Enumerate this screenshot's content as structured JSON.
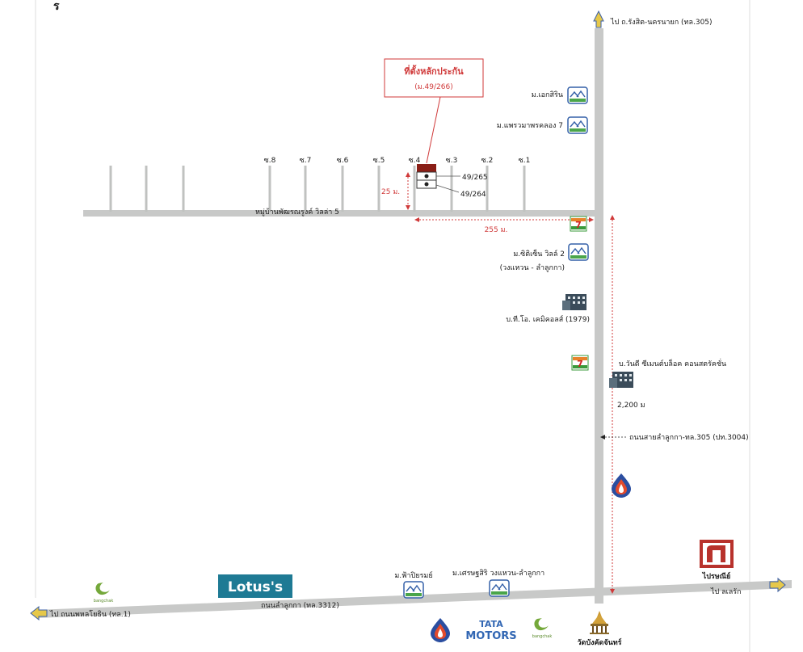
{
  "header": {
    "corner_mark": "ร"
  },
  "pin": {
    "title": "ที่ตั้งหลักประกัน",
    "subtitle": "(ม.49/266)"
  },
  "roads": {
    "village_road": "หมู่บ้านพัฒรณรูงค์ วิลล่า 5",
    "main_road_bottom": "ถนนลำลูกกา (ทล.3312)",
    "main_road_vertical": "ถนนสายลำลูกกา-ทล.305 (ปท.3004)"
  },
  "directions": {
    "north": "ไป ถ.รังสิต-นครนายก (ทล.305)",
    "west": "ไป ถนนพหลโยธิน (ทล.1)",
    "east": "ไป ลเลรัก"
  },
  "sois": [
    "ซ.8",
    "ซ.7",
    "ซ.6",
    "ซ.5",
    "ซ.4",
    "ซ.3",
    "ซ.2",
    "ซ.1"
  ],
  "houses": {
    "h1": "49/265",
    "h2": "49/264"
  },
  "distances": {
    "soi_depth": "25 ม.",
    "to_main_road": "255 ม.",
    "to_bottom": "2,200 ม"
  },
  "landmarks": {
    "village_1": "ม.เอกสิริน",
    "village_2": "ม.แพรวมาพรคลอง 7",
    "village_3": "ม.ซิติเซ็น วิลล์ 2",
    "village_3_sub": "(วงแหวน - ลำลูกกา)",
    "company_1": "บ.ที.โอ. เคมิคอลส์ (1979)",
    "company_2": "บ.วันดี ซีเมนต์บล็อค คอนสตรัคชั่น",
    "post_office": "ไปรษณีย์",
    "village_4": "ม.ฟ้าปิยรมย์",
    "village_5": "ม.เศรษฐสิริ วงแหวน-ลำลูกกา",
    "temple": "วัดบังคัดจันทร์"
  },
  "brands": {
    "lotus": "Lotus's",
    "tata_line1": "TATA",
    "tata_line2": "MOTORS",
    "bangchak": "bangchak",
    "seven_eleven": "7"
  },
  "colors": {
    "road": "#c8c9c8",
    "accent_red": "#d03a3a",
    "lotus_teal": "#1e7a94",
    "icon_blue": "#3561a8",
    "icon_green": "#4aa54a",
    "tata_blue": "#3166b3",
    "post_red": "#b8322c"
  }
}
